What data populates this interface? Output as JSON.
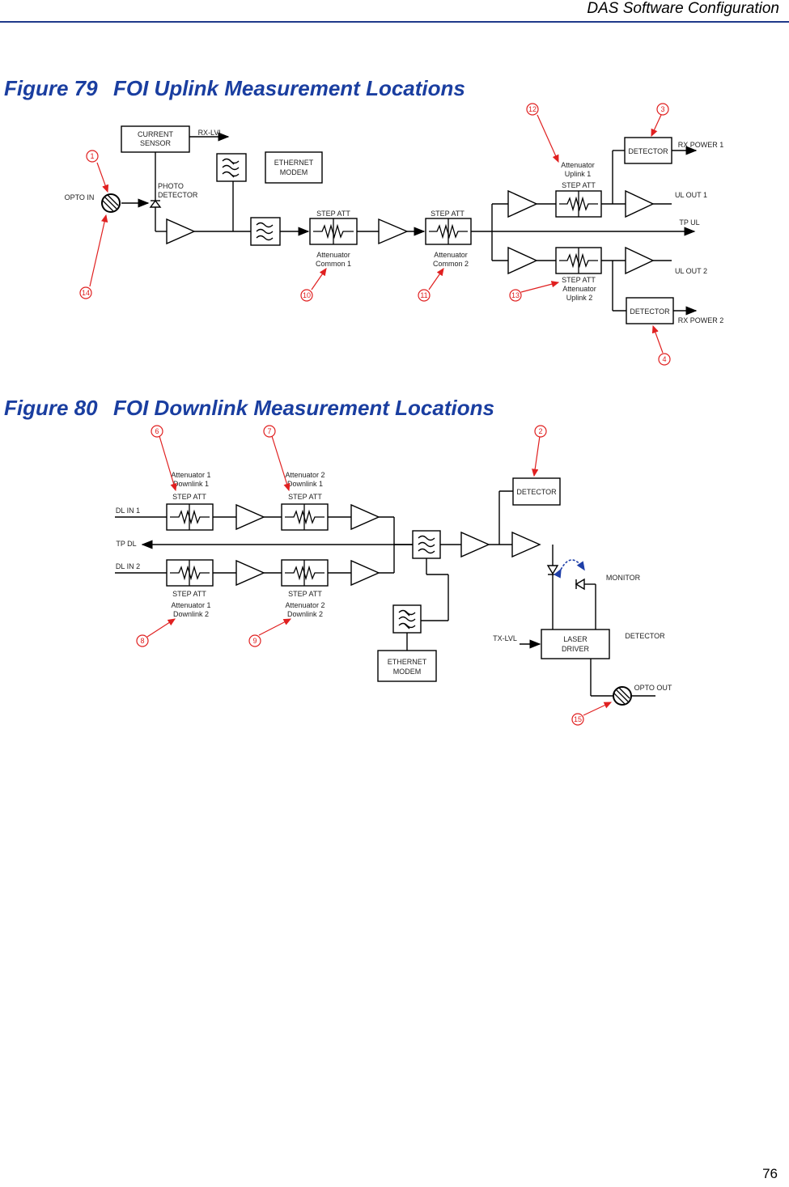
{
  "header": {
    "title": "DAS Software Configuration"
  },
  "page_number": "76",
  "figure_uplink": {
    "number": "Figure 79",
    "title": "FOI Uplink Measurement Locations",
    "labels": {
      "current_sensor": "CURRENT SENSOR",
      "rx_lvl": "RX-LVL",
      "photo_detector": "PHOTO DETECTOR",
      "opto_in": "OPTO IN",
      "ethernet_modem": "ETHERNET MODEM",
      "step_att": "STEP ATT",
      "attenuator_common_1": "Attenuator Common 1",
      "attenuator_common_2": "Attenuator Common 2",
      "attenuator_uplink_1": "Attenuator Uplink 1",
      "attenuator_uplink_2": "Attenuator Uplink 2",
      "detector": "DETECTOR",
      "rx_power_1": "RX POWER 1",
      "rx_power_2": "RX POWER 2",
      "ul_out_1": "UL OUT 1",
      "ul_out_2": "UL OUT 2",
      "tp_ul": "TP UL"
    },
    "markers": [
      "1",
      "14",
      "10",
      "11",
      "12",
      "13",
      "3",
      "4"
    ]
  },
  "figure_downlink": {
    "number": "Figure 80",
    "title": "FOI Downlink Measurement Locations",
    "labels": {
      "dl_in_1": "DL IN 1",
      "dl_in_2": "DL IN 2",
      "tp_dl": "TP DL",
      "step_att": "STEP ATT",
      "attenuator_1_downlink_1": "Attenuator 1 Downlink 1",
      "attenuator_2_downlink_1": "Attenuator 2 Downlink 1",
      "attenuator_1_downlink_2": "Attenuator 1 Downlink 2",
      "attenuator_2_downlink_2": "Attenuator 2 Downlink 2",
      "detector": "DETECTOR",
      "monitor": "MONITOR",
      "laser_driver": "LASER DRIVER",
      "tx_lvl": "TX-LVL",
      "opto_out": "OPTO OUT",
      "ethernet_modem": "ETHERNET MODEM"
    },
    "markers": [
      "6",
      "7",
      "2",
      "8",
      "9",
      "15"
    ]
  },
  "colors": {
    "title": "#1a3ea0",
    "rule": "#1f3a8a",
    "marker": "#e02020",
    "monitor_arc": "#1f3fa8"
  }
}
